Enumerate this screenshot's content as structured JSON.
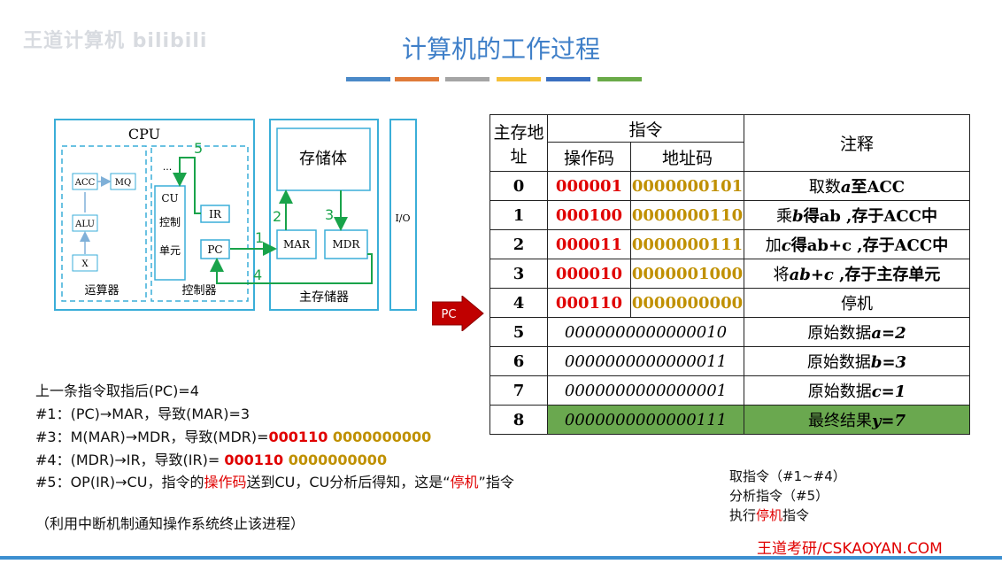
{
  "watermark": "王道计算机 bilibili",
  "title": "计算机的工作过程",
  "stripes": [
    "#4a89c8",
    "#e07b39",
    "#a5a5a5",
    "#f5c038",
    "#3a6fc0",
    "#6aaa48"
  ],
  "diagram": {
    "cpu_label": "CPU",
    "acc": "ACC",
    "mq": "MQ",
    "alu": "ALU",
    "x": "X",
    "alu_unit": "运算器",
    "cu": "CU",
    "cu_sub1": "控制",
    "cu_sub2": "单元",
    "ir": "IR",
    "pc": "PC",
    "dots": "...",
    "control_unit": "控制器",
    "storage_body": "存储体",
    "mar": "MAR",
    "mdr": "MDR",
    "main_memory": "主存储器",
    "io": "I/O",
    "step1": "1",
    "step2": "2",
    "step3": "3",
    "step4": "4",
    "step5": "5"
  },
  "pc_pointer": "PC",
  "table": {
    "h_addr": "主存地址",
    "h_instr": "指令",
    "h_opcode": "操作码",
    "h_address_code": "地址码",
    "h_note": "注释",
    "rows": [
      {
        "addr": "0",
        "op": "000001",
        "ad": "0000000101",
        "note_a": "取数",
        "note_var": "a",
        "note_b": "至ACC"
      },
      {
        "addr": "1",
        "op": "000100",
        "ad": "0000000110",
        "note_a": "乘",
        "note_var": "b",
        "note_b": "得ab ,存于ACC中"
      },
      {
        "addr": "2",
        "op": "000011",
        "ad": "0000000111",
        "note_a": "加",
        "note_var": "c",
        "note_b": "得ab+c ,存于ACC中"
      },
      {
        "addr": "3",
        "op": "000010",
        "ad": "0000001000",
        "note_a": "将",
        "note_var": "ab+c",
        "note_b": " ,存于主存单元"
      },
      {
        "addr": "4",
        "op": "000110",
        "ad": "0000000000",
        "note_a": "停机",
        "note_var": "",
        "note_b": ""
      }
    ],
    "data_rows": [
      {
        "addr": "5",
        "value": "0000000000000010",
        "note_a": "原始数据",
        "note_var": "a=2"
      },
      {
        "addr": "6",
        "value": "0000000000000011",
        "note_a": "原始数据",
        "note_var": "b=3"
      },
      {
        "addr": "7",
        "value": "0000000000000001",
        "note_a": "原始数据",
        "note_var": "c=1"
      },
      {
        "addr": "8",
        "value": "0000000000000111",
        "note_a": "最终结果",
        "note_var": "y=7"
      }
    ]
  },
  "steps": {
    "intro": "上一条指令取指后(PC)=4",
    "s1": "#1：(PC)→MAR，导致(MAR)=3",
    "s3_pre": "#3：M(MAR)→MDR，导致(MDR)=",
    "s3_op": "000110",
    "s3_ad": " 0000000000",
    "s4_pre": "#4：(MDR)→IR，导致(IR)= ",
    "s4_op": "000110",
    "s4_ad": " 0000000000",
    "s5_pre": "#5：OP(IR)→CU，指令的",
    "s5_red": "操作码",
    "s5_mid": "送到CU，CU分析后得知，这是“",
    "s5_red2": "停机",
    "s5_post": "”指令",
    "note": "（利用中断机制通知操作系统终止该进程）"
  },
  "phases": {
    "fetch": "取指令（#1~#4）",
    "analyze": "分析指令（#5）",
    "exec_pre": "执行",
    "exec_red": "停机",
    "exec_post": "指令"
  },
  "logo": "王道考研/CSKAOYAN.COM"
}
